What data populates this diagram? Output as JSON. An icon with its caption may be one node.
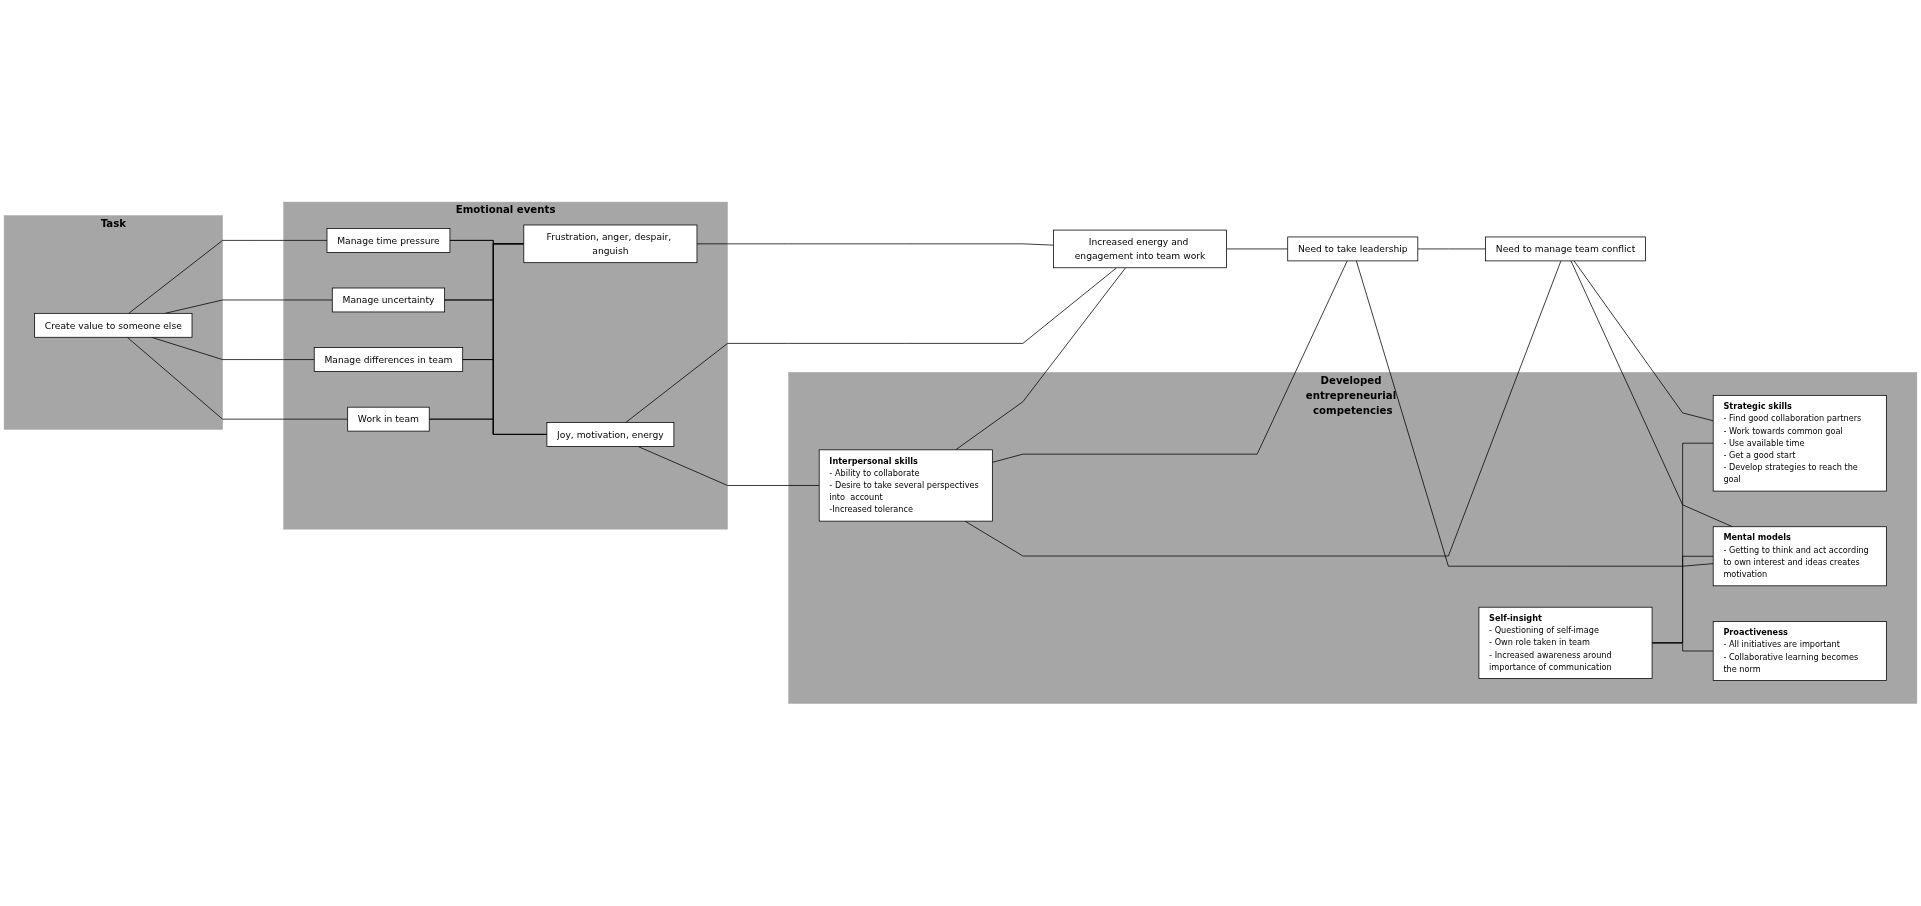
{
  "diagram": {
    "nodes": [
      {
        "text": [
          "Task"
        ]
      },
      {
        "text": [
          "Create value to someone else"
        ],
        "in": 0
      },
      {
        "text": [
          "Emotional events"
        ]
      },
      {
        "text": [
          "Work in team"
        ],
        "in": 2
      },
      {
        "text": [
          "Manage differences in team"
        ],
        "in": 2
      },
      {
        "text": [
          "Manage uncertainty"
        ],
        "in": 2
      },
      {
        "text": [
          "Manage time pressure"
        ],
        "in": 2
      },
      {
        "text": [
          "Joy, motivation, energy"
        ],
        "in": 2
      },
      {
        "text": [
          "Frustration, anger, despair, anguish"
        ],
        "in": 2
      },
      {
        "text": [
          "Developed entrepreneurial competencies"
        ]
      },
      {
        "text": [
          "Interpersonal skills",
          "- Ability to collaborate",
          "- Desire to take several perspectives into  account",
          "-Increased tolerance"
        ],
        "in": 9
      },
      {
        "text": [
          "Self-insight",
          "- Questioning of self-image",
          "- Own role taken in team",
          "- Increased awareness around importance of communication"
        ],
        "in": 9
      },
      {
        "text": [
          "Increased energy and engagement into team work"
        ]
      },
      {
        "text": [
          "Need to take leadership"
        ]
      },
      {
        "text": [
          "Need to manage team conflict"
        ]
      },
      {
        "text": [
          "Strategic skills",
          "- Find good collaboration partners",
          "- Work towards common goal",
          "- Use available time",
          "- Get a good start",
          "- Develop strategies to reach the goal"
        ],
        "in": 9
      },
      {
        "text": [
          "Mental models",
          "- Getting to think and act according to own interest and ideas creates motivation"
        ],
        "in": 9
      },
      {
        "text": [
          "Proactiveness",
          "- All initiatives are important",
          "- Collaborative learning becomes the norm"
        ],
        "in": 9
      }
    ],
    "edges": [
      {
        "from": 1,
        "to": 3,
        "arrow": "none"
      },
      {
        "from": 1,
        "to": 4,
        "arrow": "none"
      },
      {
        "from": 1,
        "to": 5,
        "arrow": "none"
      },
      {
        "from": 1,
        "to": 6,
        "arrow": "none"
      },
      {
        "from": 3,
        "to": 7,
        "arrow": "none"
      },
      {
        "from": 3,
        "to": 8,
        "arrow": "none"
      },
      {
        "from": 4,
        "to": 7,
        "arrow": "none"
      },
      {
        "from": 4,
        "to": 8,
        "arrow": "none"
      },
      {
        "from": 5,
        "to": 7,
        "arrow": "none"
      },
      {
        "from": 5,
        "to": 8,
        "arrow": "none"
      },
      {
        "from": 6,
        "to": 7,
        "arrow": "none"
      },
      {
        "from": 6,
        "to": 8,
        "arrow": "none"
      },
      {
        "from": 7,
        "to": 10,
        "arrow": "none"
      },
      {
        "from": 7,
        "to": 12,
        "arrow": "none"
      },
      {
        "from": 8,
        "to": 12,
        "arrow": "none"
      },
      {
        "from": 12,
        "to": 13,
        "arrow": "none"
      },
      {
        "from": 13,
        "to": 14,
        "arrow": "none"
      },
      {
        "from": 10,
        "to": 12,
        "arrow": "none"
      },
      {
        "from": 10,
        "to": 13,
        "arrow": "none"
      },
      {
        "from": 10,
        "to": 14,
        "arrow": "none"
      },
      {
        "from": 11,
        "to": 15,
        "arrow": "none"
      },
      {
        "from": 14,
        "to": 15,
        "arrow": "none"
      },
      {
        "from": 11,
        "to": 16,
        "arrow": "none"
      },
      {
        "from": 11,
        "to": 17,
        "arrow": "none"
      },
      {
        "from": 13,
        "to": 16,
        "arrow": "none"
      },
      {
        "from": 14,
        "to": 16,
        "arrow": "none"
      }
    ]
  }
}
